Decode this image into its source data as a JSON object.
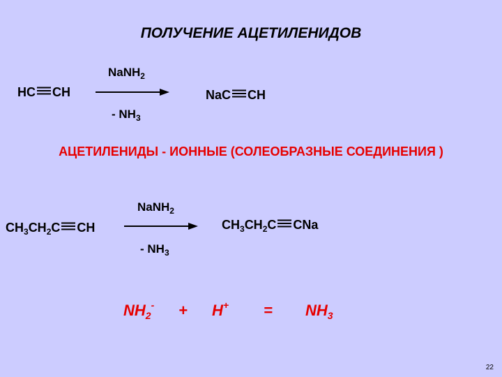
{
  "title": "ПОЛУЧЕНИЕ АЦЕТИЛЕНИДОВ",
  "reaction1": {
    "reactant_left": "HC",
    "reactant_right": "CH",
    "reagent_top": "NaNH",
    "reagent_top_sub": "2",
    "reagent_bottom": "- NH",
    "reagent_bottom_sub": "3",
    "product_left": "NaC",
    "product_right": "CH"
  },
  "statement": "АЦЕТИЛЕНИДЫ - ИОННЫЕ (СОЛЕОБРАЗНЫЕ СОЕДИНЕНИЯ )",
  "reaction2": {
    "r_p1": "CH",
    "r_s1": "3",
    "r_p2": "CH",
    "r_s2": "2",
    "r_p3": "C",
    "r_p4": "CH",
    "reagent_top": "NaNH",
    "reagent_top_sub": "2",
    "reagent_bottom": "- NH",
    "reagent_bottom_sub": "3",
    "p_p1": "CH",
    "p_s1": "3",
    "p_p2": "CH",
    "p_s2": "2",
    "p_p3": "C",
    "p_p4": "CNa"
  },
  "ionic": {
    "a": "NH",
    "a_sub": "2",
    "a_sup": "-",
    "plus": "+",
    "b": "H",
    "b_sup": "+",
    "eq": "=",
    "c": "NH",
    "c_sub": "3"
  },
  "page_number": "22",
  "colors": {
    "background": "#ccccff",
    "accent": "#e60000",
    "text": "#000000"
  }
}
